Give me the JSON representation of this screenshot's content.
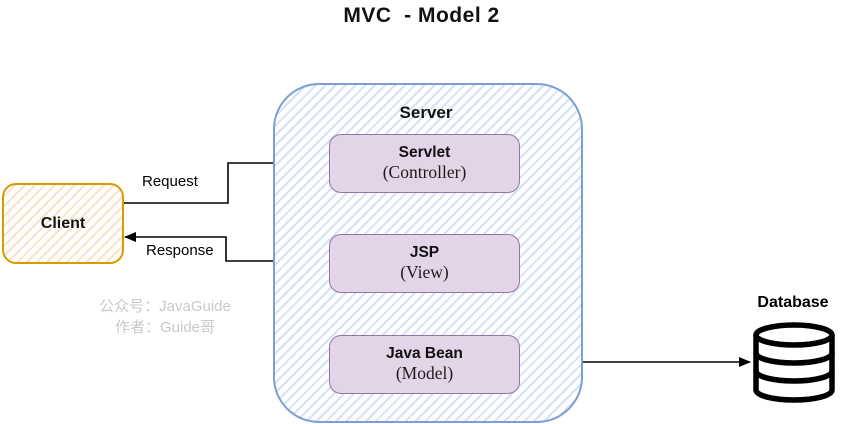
{
  "title": "MVC  - Model 2",
  "client": {
    "label": "Client"
  },
  "server": {
    "label": "Server",
    "components": [
      {
        "name": "Servlet",
        "role": "(Controller)"
      },
      {
        "name": "JSP",
        "role": "(View)"
      },
      {
        "name": "Java Bean",
        "role": "(Model)"
      }
    ]
  },
  "database": {
    "label": "Database",
    "icon": "database-cylinder-icon"
  },
  "flows": {
    "request_label": "Request",
    "response_label": "Response"
  },
  "watermark": {
    "line1": "公众号：JavaGuide",
    "line2": "作者：Guide哥"
  },
  "colors": {
    "client_border": "#D79B00",
    "client_hatch": "#F6B26B",
    "server_border": "#7D9ED4",
    "server_hatch": "#94B7E9",
    "component_border": "#9673A6",
    "component_fill": "#E1D5E7",
    "arrow": "#000000",
    "watermark_text": "#C9C9C9"
  }
}
